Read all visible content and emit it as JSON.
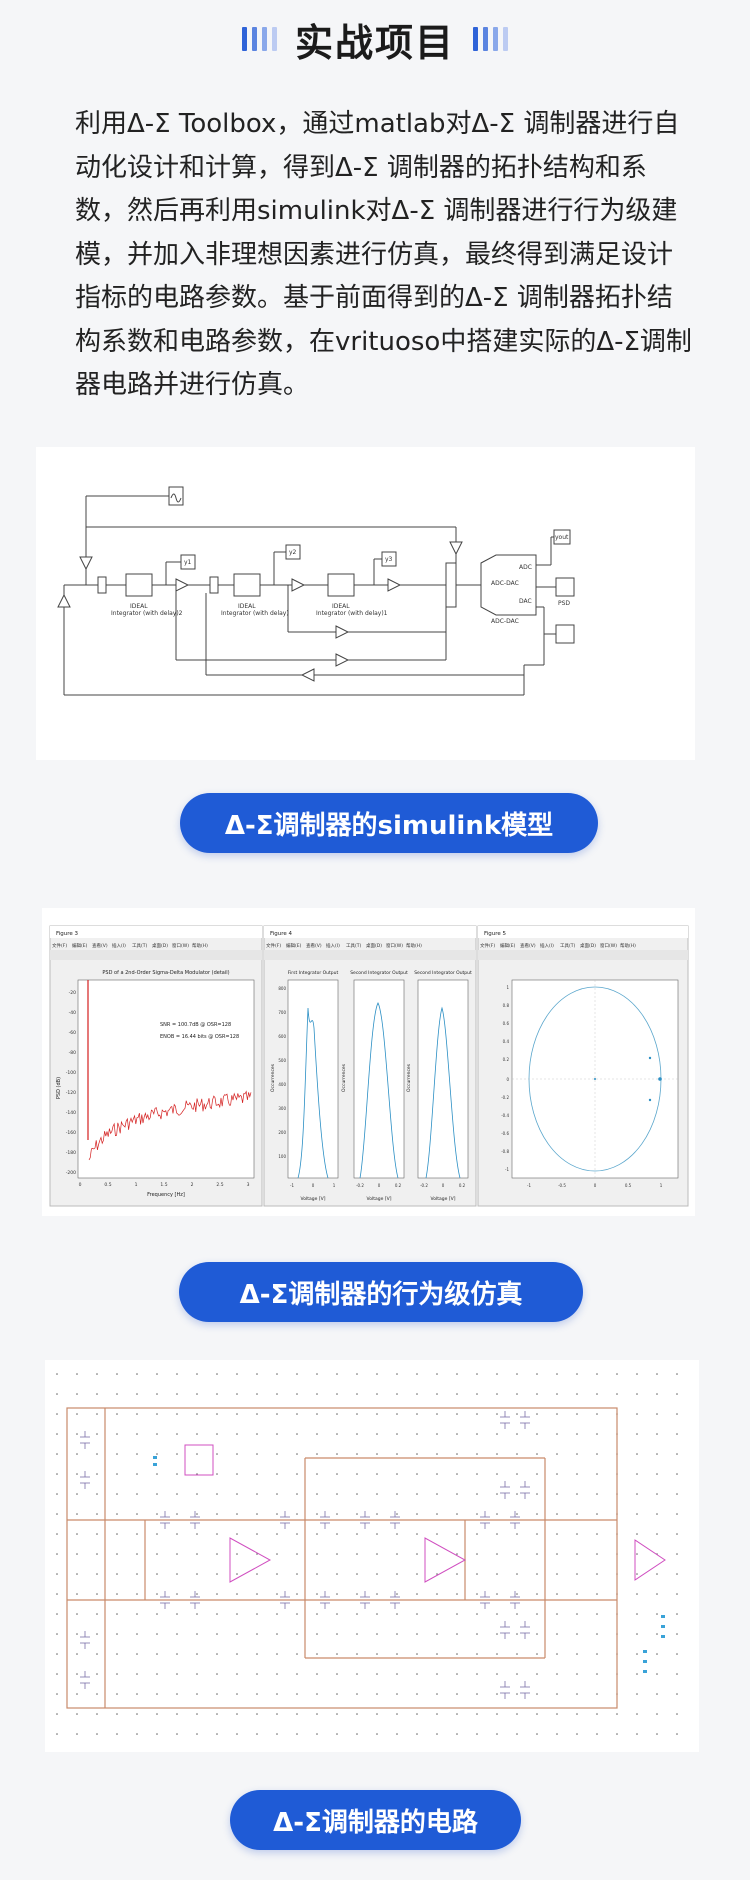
{
  "header": {
    "title": "实战项目",
    "bar_colors": [
      "#2f63d8",
      "#5b84e0",
      "#8aa8ea",
      "#bccbf2"
    ]
  },
  "intro": "利用Δ-Σ Toolbox，通过matlab对Δ-Σ 调制器进行自动化设计和计算，得到Δ-Σ 调制器的拓扑结构和系数，然后再利用simulink对Δ-Σ 调制器进行行为级建模，并加入非理想因素进行仿真，最终得到满足设计指标的电路参数。基于前面得到的Δ-Σ 调制器拓扑结构系数和电路参数，在vrituoso中搭建实际的Δ-Σ调制器电路并进行仿真。",
  "simulink": {
    "caption": "Δ-Σ调制器的simulink模型",
    "blocks": {
      "y1": "y1",
      "y2": "y2",
      "y3": "y3",
      "yout": "yout",
      "int_label": "IDEAL",
      "int_sub1": "Integrator (with delay)2",
      "int_sub2": "Integrator (with delay)",
      "int_sub3": "Integrator (with delay)1",
      "adc": "ADC",
      "adc_dac": "ADC-DAC",
      "dac": "DAC",
      "adc_dac2": "ADC-DAC",
      "psd": "PSD"
    }
  },
  "behavioral": {
    "caption": "Δ-Σ调制器的行为级仿真",
    "windows": [
      {
        "title": "Figure 3",
        "plot_title": "PSD of a 2nd-Order Sigma-Delta Modulator (detail)",
        "snr": "SNR = 100.7dB @ OSR=128",
        "enob": "ENOB = 16.44 bits @ OSR=128",
        "ylabel": "PSD (dB)",
        "xlabel": "Frequency [Hz]",
        "yticks": [
          "-20",
          "-40",
          "-60",
          "-80",
          "-100",
          "-120",
          "-140",
          "-160",
          "-180",
          "-200"
        ],
        "xticks": [
          "0",
          "0.5",
          "1",
          "1.5",
          "2",
          "2.5",
          "3"
        ]
      },
      {
        "title": "Figure 4",
        "plot_titles": [
          "First Integrator Output",
          "Second Integrator Output",
          "Second Integrator Output"
        ],
        "ylabel": "Occurrences",
        "xlabel": "Voltage [V]",
        "yticks": [
          "800",
          "700",
          "600",
          "500",
          "400",
          "300",
          "200",
          "100"
        ],
        "xticks1": [
          "-1",
          "0",
          "1"
        ],
        "xticks2": [
          "-0.2",
          "0",
          "0.2"
        ]
      },
      {
        "title": "Figure 5",
        "xticks": [
          "-1",
          "-0.5",
          "0",
          "0.5",
          "1"
        ],
        "yticks": [
          "1",
          "0.8",
          "0.6",
          "0.4",
          "0.2",
          "0",
          "-0.2",
          "-0.4",
          "-0.6",
          "-0.8",
          "-1"
        ]
      }
    ],
    "menu": [
      "文件(F)",
      "编辑(E)",
      "查看(V)",
      "插入(I)",
      "工具(T)",
      "桌面(D)",
      "窗口(W)",
      "帮助(H)"
    ]
  },
  "circuit": {
    "caption": "Δ-Σ调制器的电路"
  }
}
